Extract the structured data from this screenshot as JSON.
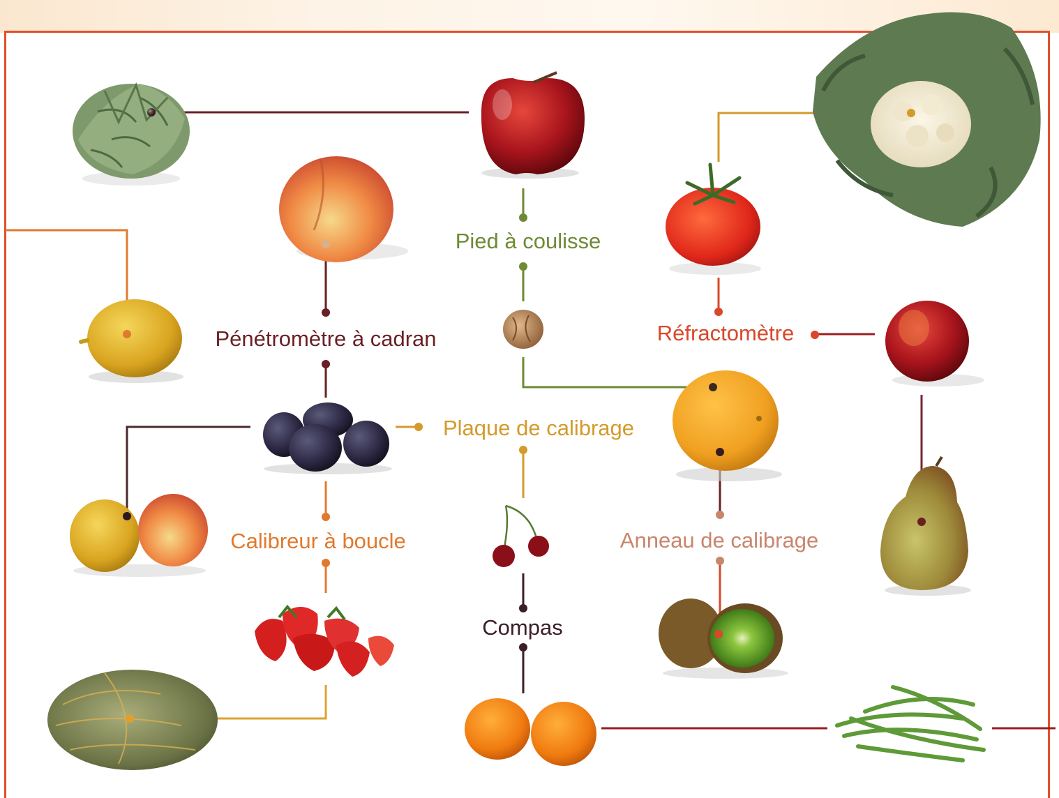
{
  "labels": {
    "pied": "Pied à coulisse",
    "penetrometre": "Pénétromètre à cadran",
    "refractometre": "Réfractomètre",
    "plaque": "Plaque de calibrage",
    "calibreur": "Calibreur à boucle",
    "anneau": "Anneau de calibrage",
    "compas": "Compas"
  },
  "colors": {
    "frame": "#e2502b",
    "pied": "#6e8a35",
    "penetrometre": "#6a1f24",
    "refractometre": "#d9482a",
    "plaque": "#d49a2a",
    "calibreur": "#e07a2e",
    "anneau": "#c9856d",
    "compas": "#3b1e26"
  },
  "items": [
    "artichoke",
    "red-apple",
    "cauliflower",
    "peach",
    "tomato",
    "lemon",
    "walnut",
    "nectarine",
    "plums",
    "orange",
    "pear",
    "apricots",
    "cherries",
    "kiwi",
    "strawberries",
    "melon",
    "mandarins",
    "green-beans"
  ]
}
